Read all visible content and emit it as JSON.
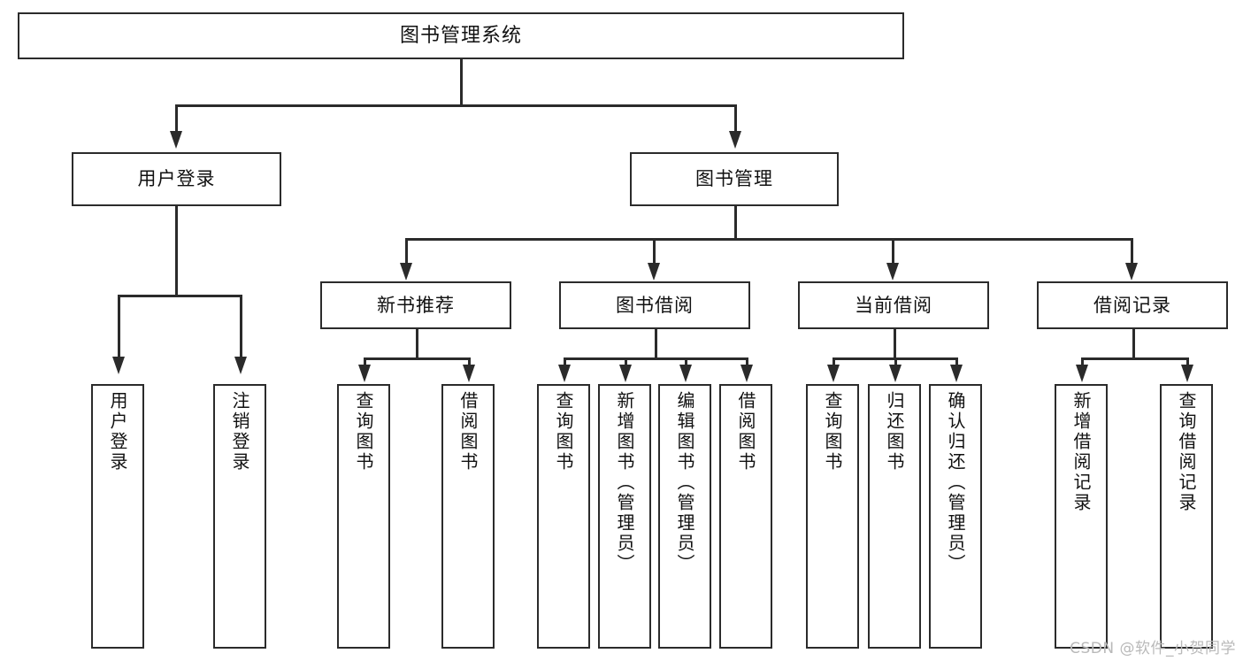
{
  "diagram": {
    "title": "图书管理系统",
    "type": "tree",
    "watermark": "CSDN @软件_小贺同学",
    "colors": {
      "line": "#2b2b2b",
      "box_fill": "#ffffff",
      "text": "#111111",
      "watermark": "#b9b9b9"
    },
    "root": {
      "label": "图书管理系统"
    },
    "level2": [
      {
        "label": "用户登录"
      },
      {
        "label": "图书管理"
      }
    ],
    "level3": [
      {
        "label": "新书推荐"
      },
      {
        "label": "图书借阅"
      },
      {
        "label": "当前借阅"
      },
      {
        "label": "借阅记录"
      }
    ],
    "leaves": {
      "user_login": [
        {
          "label": "用户登录"
        },
        {
          "label": "注销登录"
        }
      ],
      "new_book": [
        {
          "label": "查询图书"
        },
        {
          "label": "借阅图书"
        }
      ],
      "book_borrow": [
        {
          "label": "查询图书"
        },
        {
          "label": "新增图书（管理员）"
        },
        {
          "label": "编辑图书（管理员）"
        },
        {
          "label": "借阅图书"
        }
      ],
      "current_borrow": [
        {
          "label": "查询图书"
        },
        {
          "label": "归还图书"
        },
        {
          "label": "确认归还（管理员）"
        }
      ],
      "borrow_record": [
        {
          "label": "新增借阅记录"
        },
        {
          "label": "查询借阅记录"
        }
      ]
    }
  }
}
